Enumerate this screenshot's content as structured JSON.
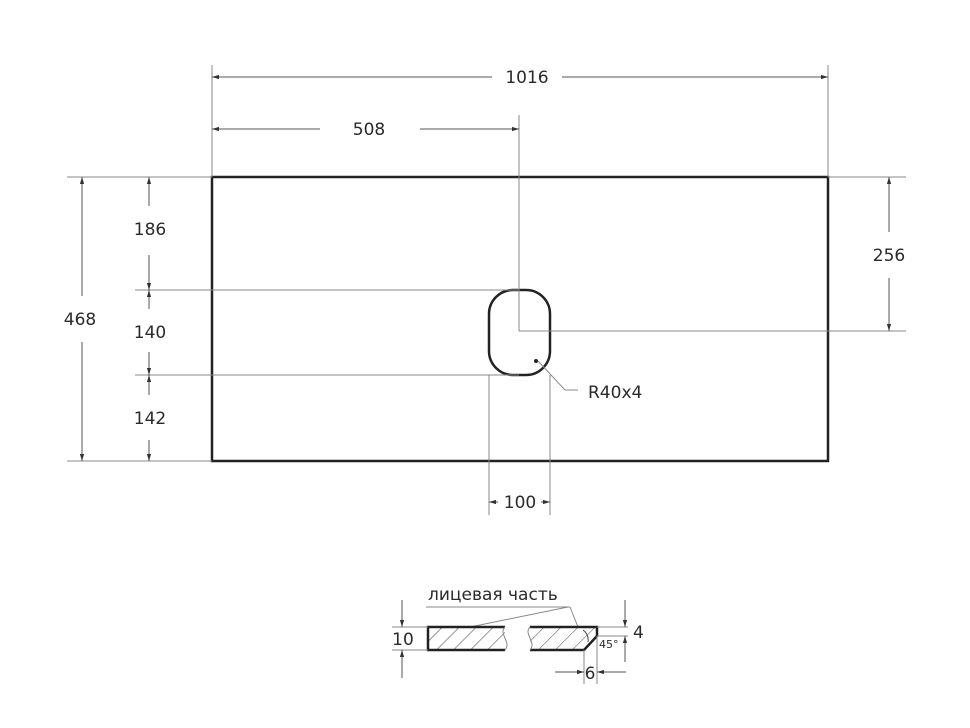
{
  "drawing": {
    "type": "technical drawing",
    "colors": {
      "outline": "#222222",
      "dimension_line": "#888888",
      "text": "#2a2a2a"
    },
    "top_view": {
      "overall_width": "1016",
      "half_width": "508",
      "overall_depth": "468",
      "hole_from_top": "186",
      "hole_height": "140",
      "hole_from_bottom": "142",
      "hole_center_from_top": "256",
      "hole_width": "100",
      "hole_radius_label": "R40x4"
    },
    "section_view": {
      "face_label": "лицевая часть",
      "thickness": "10",
      "bevel_height": "4",
      "bevel_width": "6",
      "bevel_angle": "45°"
    }
  }
}
